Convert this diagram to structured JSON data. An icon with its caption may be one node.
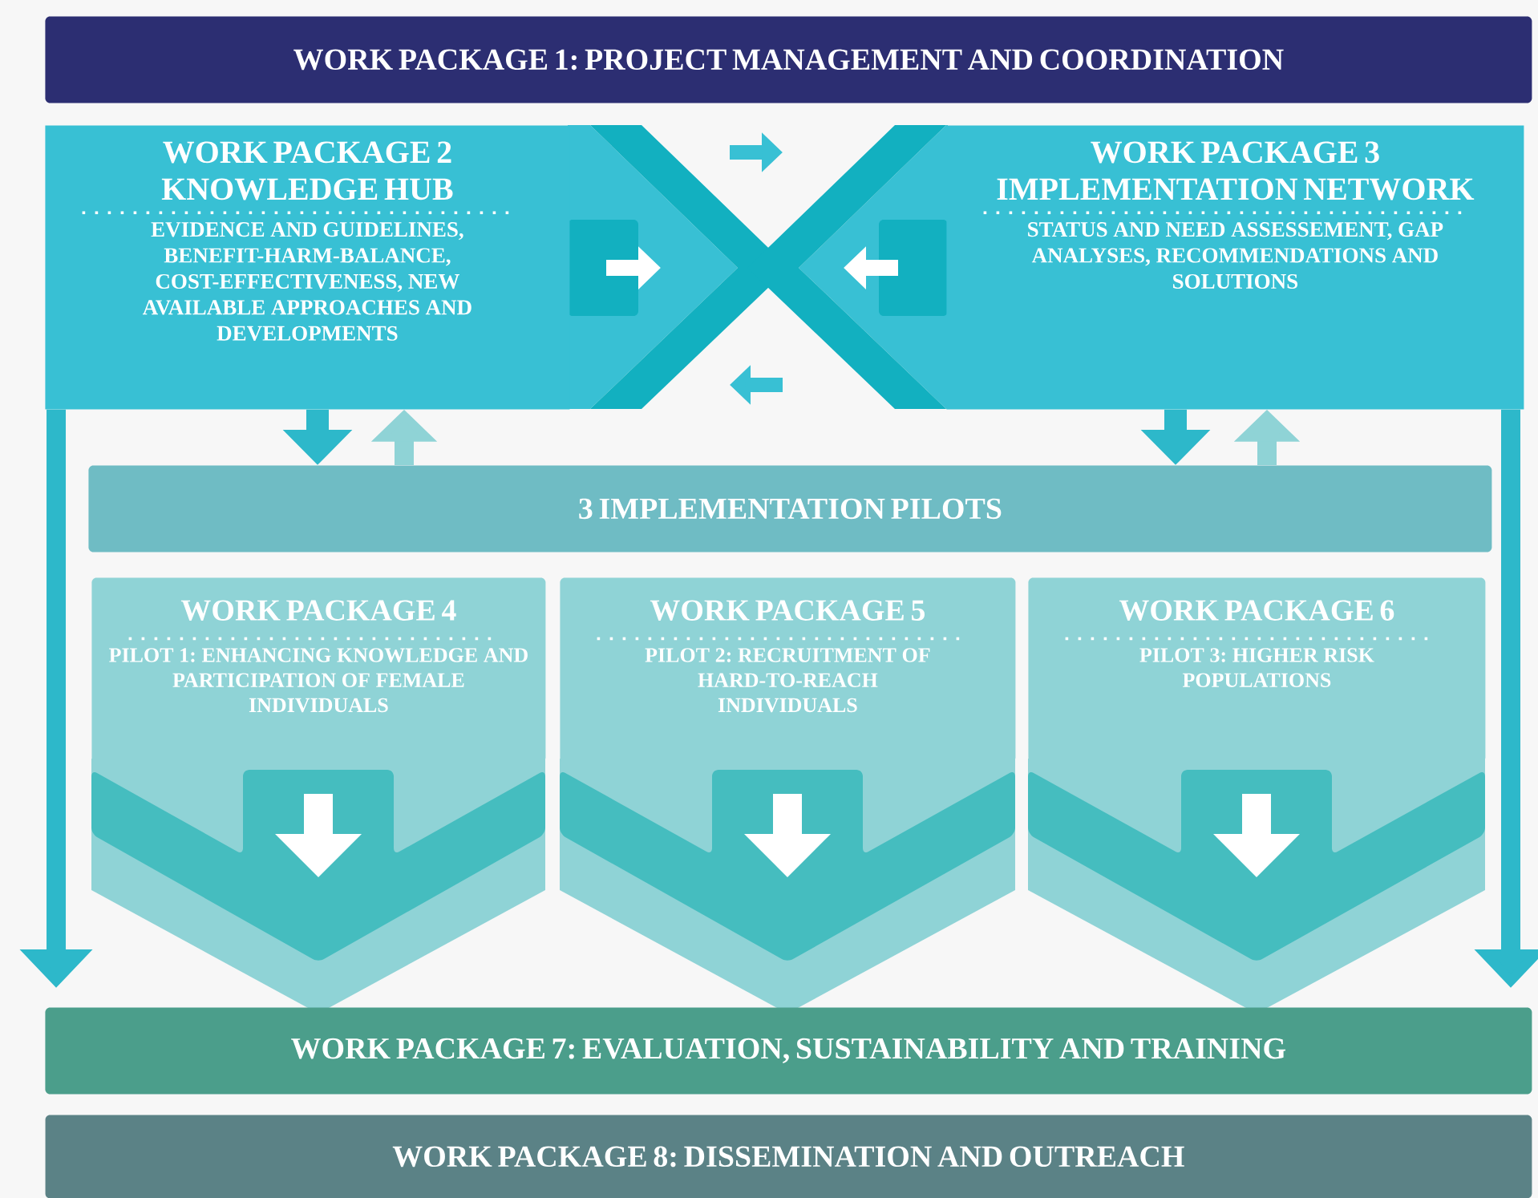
{
  "diagram": {
    "nodes": [
      {
        "text": [
          "WORK PACKAGE 1: PROJECT MANAGEMENT AND COORDINATION"
        ]
      },
      {
        "text": [
          "WORK PACKAGE 2 KNOWLEDGE HUB",
          "EVIDENCE AND GUIDELINES, BENEFIT-HARM-BALANCE, COST-EFFECTIVENESS, NEW AVAILABLE APPROACHES AND DEVELOPMENTS"
        ]
      },
      {
        "text": [
          "WORK PACKAGE 3 IMPLEMENTATION NETWORK",
          "STATUS AND NEED ASSESSEMENT, GAP ANALYSES, RECOMMENDATIONS AND SOLUTIONS"
        ]
      },
      {
        "text": [
          "3 IMPLEMENTATION PILOTS"
        ]
      },
      {
        "text": [
          "WORK PACKAGE 4",
          "PILOT 1: ENHANCING KNOWLEDGE AND PARTICIPATION OF FEMALE INDIVIDUALS"
        ]
      },
      {
        "text": [
          "WORK PACKAGE 5",
          "PILOT 2: RECRUITMENT OF HARD-TO-REACH INDIVIDUALS"
        ]
      },
      {
        "text": [
          "WORK PACKAGE 6",
          "PILOT 3: HIGHER RISK POPULATIONS"
        ]
      },
      {
        "text": [
          "WORK PACKAGE 7: EVALUATION, SUSTAINABILITY AND TRAINING"
        ]
      },
      {
        "text": [
          "WORK PACKAGE 8: DISSEMINATION AND OUTREACH"
        ]
      }
    ],
    "edges": [
      {
        "from": 1,
        "to": 3,
        "arrow": "to"
      },
      {
        "from": 3,
        "to": 1,
        "arrow": "to",
        "color": "#8fd3d6"
      },
      {
        "from": 2,
        "to": 3,
        "arrow": "to"
      },
      {
        "from": 3,
        "to": 2,
        "arrow": "to",
        "color": "#8fd3d6"
      },
      {
        "from": 1,
        "to": 7,
        "arrow": "to"
      },
      {
        "from": 2,
        "to": 7,
        "arrow": "to"
      }
    ]
  }
}
